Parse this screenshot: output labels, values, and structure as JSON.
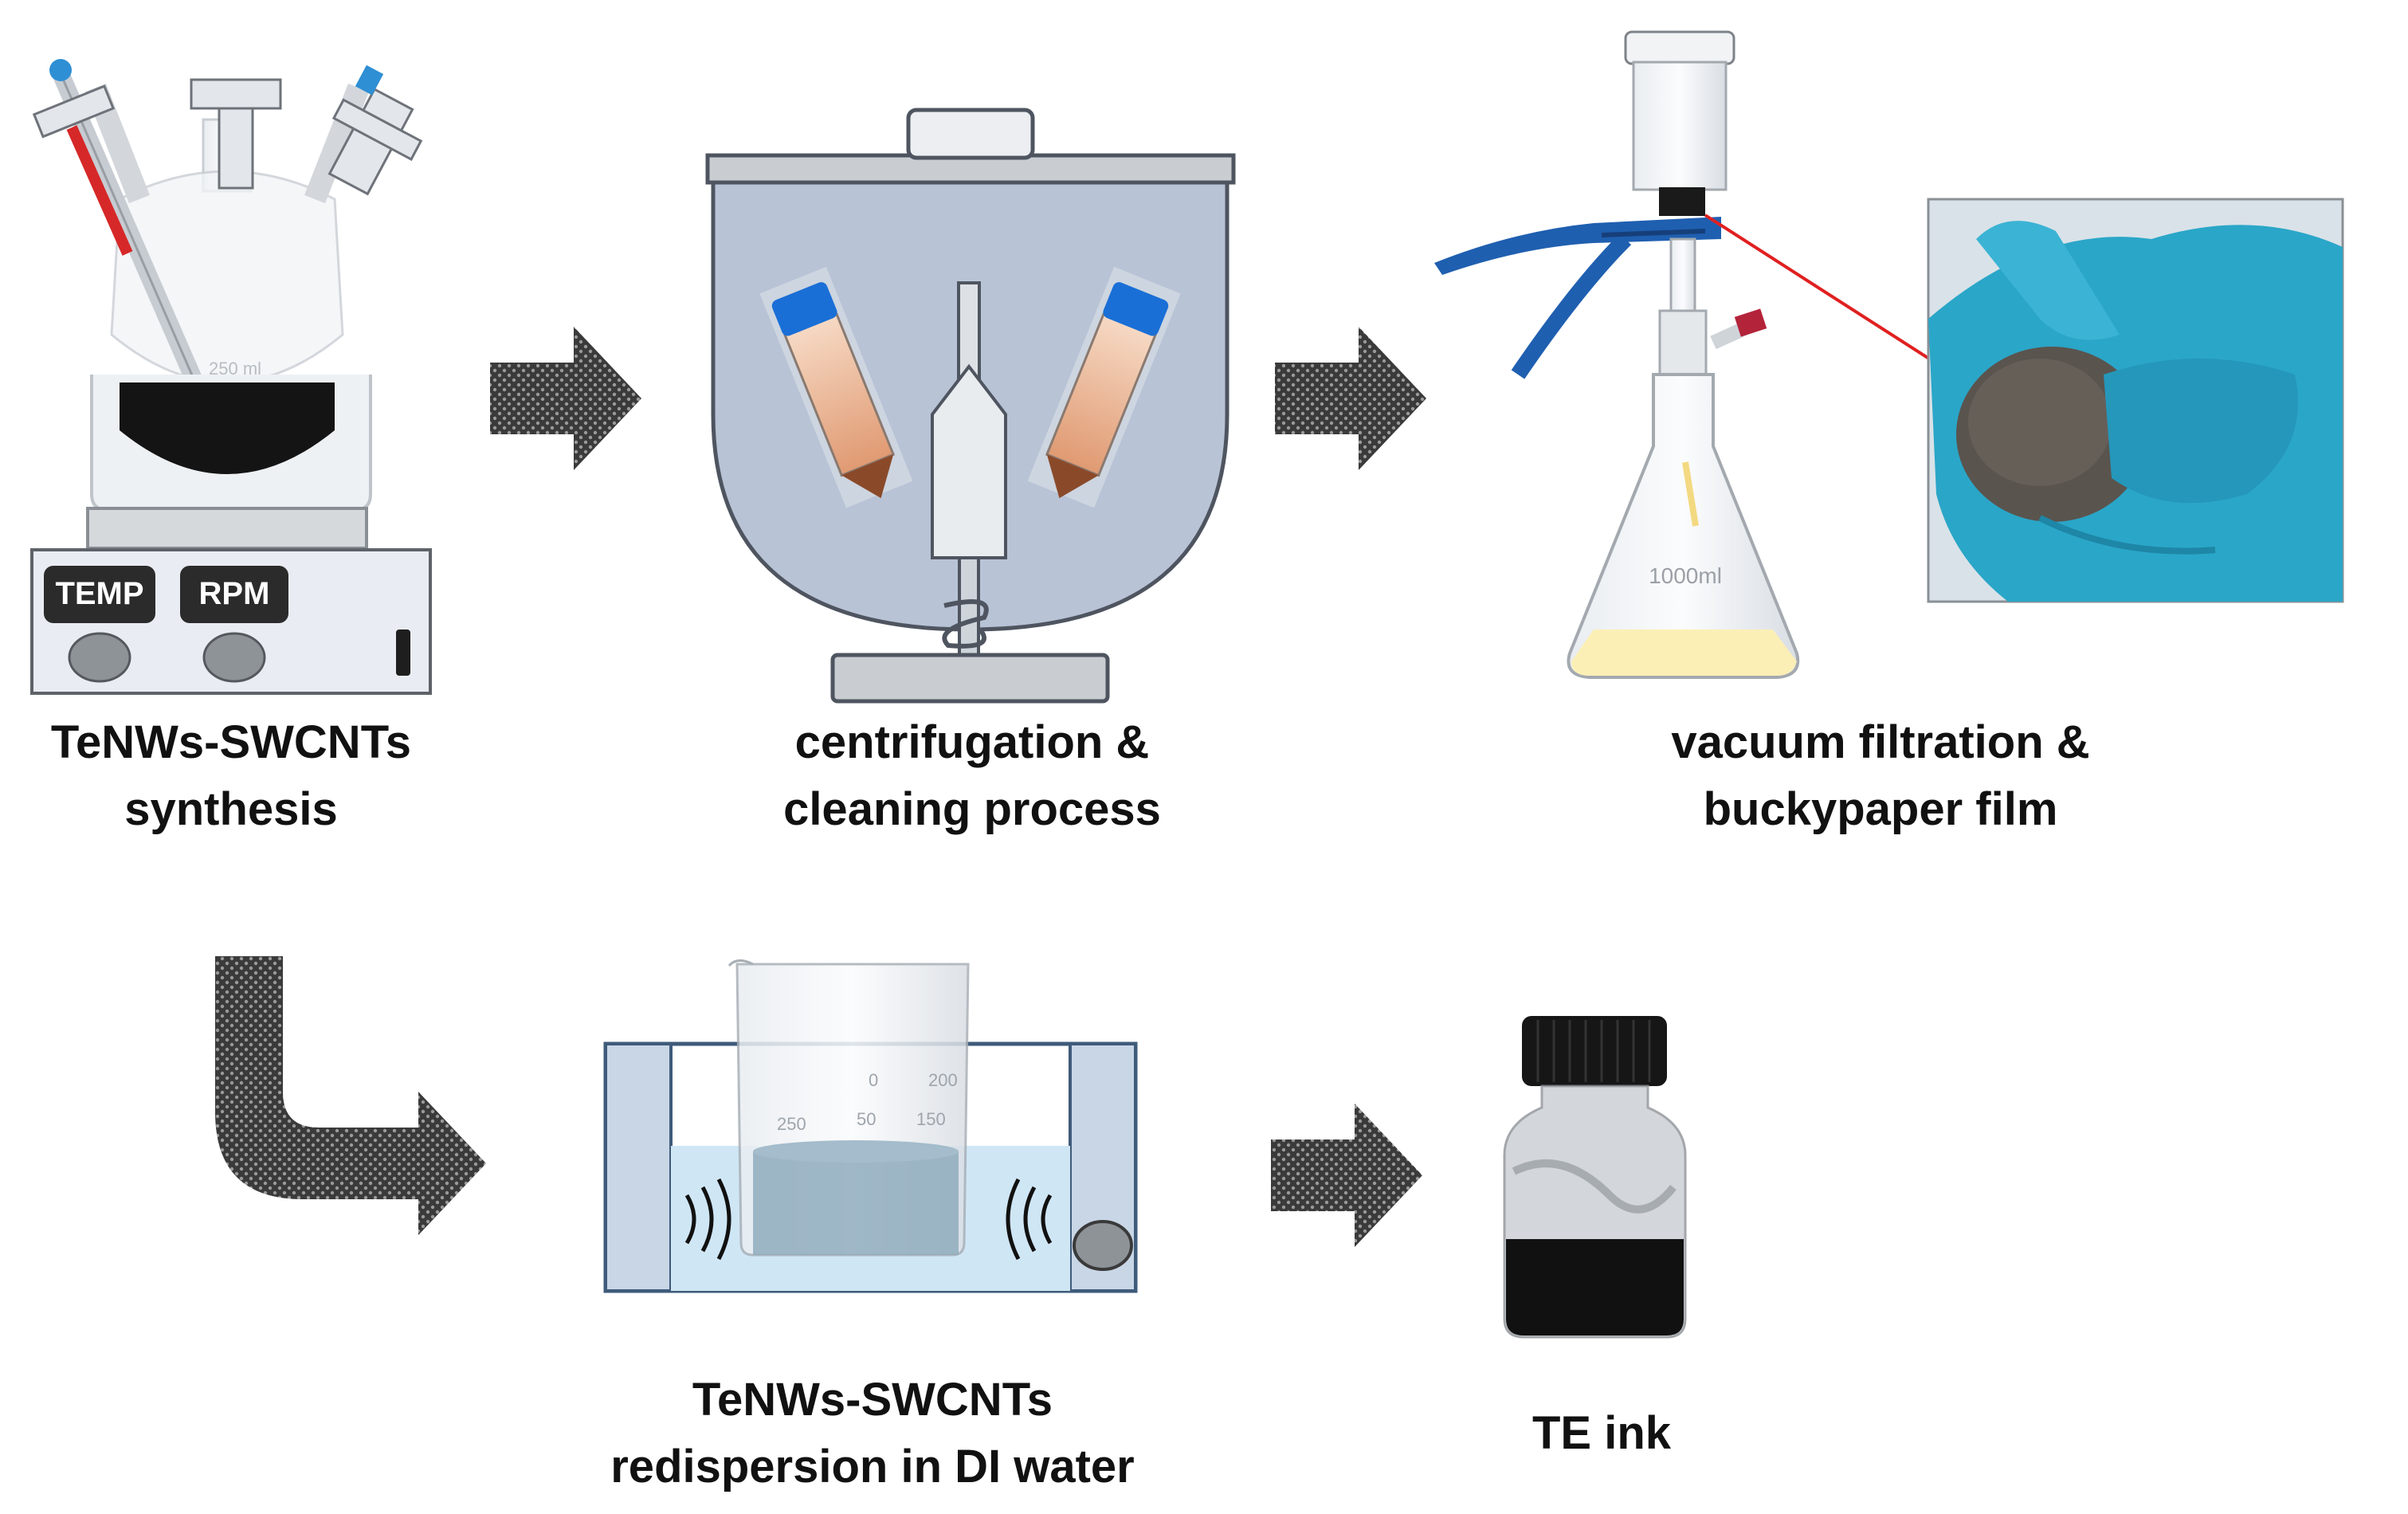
{
  "steps": {
    "synthesis": {
      "line1": "TeNWs-SWCNTs",
      "line2": "synthesis",
      "hotplate_temp_label": "TEMP",
      "hotplate_rpm_label": "RPM",
      "flask_volume": "250 ml"
    },
    "centrifugation": {
      "line1": "centrifugation &",
      "line2": "cleaning process"
    },
    "filtration": {
      "line1": "vacuum filtration &",
      "line2": "buckypaper film",
      "flask_volume": "1000ml"
    },
    "redispersion": {
      "line1": "TeNWs-SWCNTs",
      "line2": "redispersion in DI water",
      "beaker_marks": [
        "200",
        "150",
        "50",
        "0",
        "250"
      ]
    },
    "ink": {
      "line1": "TE ink"
    }
  },
  "colors": {
    "arrow_fill": "#4a4a4a",
    "centrifuge_bowl": "#b8c3d6",
    "tube_cap": "#1a6fd6",
    "tube_liquid": "#e3a27a",
    "glove": "#2aa6c8",
    "clamp": "#1f5fb0",
    "pointer_line": "#e02020",
    "water": "#cfe6f5",
    "ink_black": "#111111"
  }
}
